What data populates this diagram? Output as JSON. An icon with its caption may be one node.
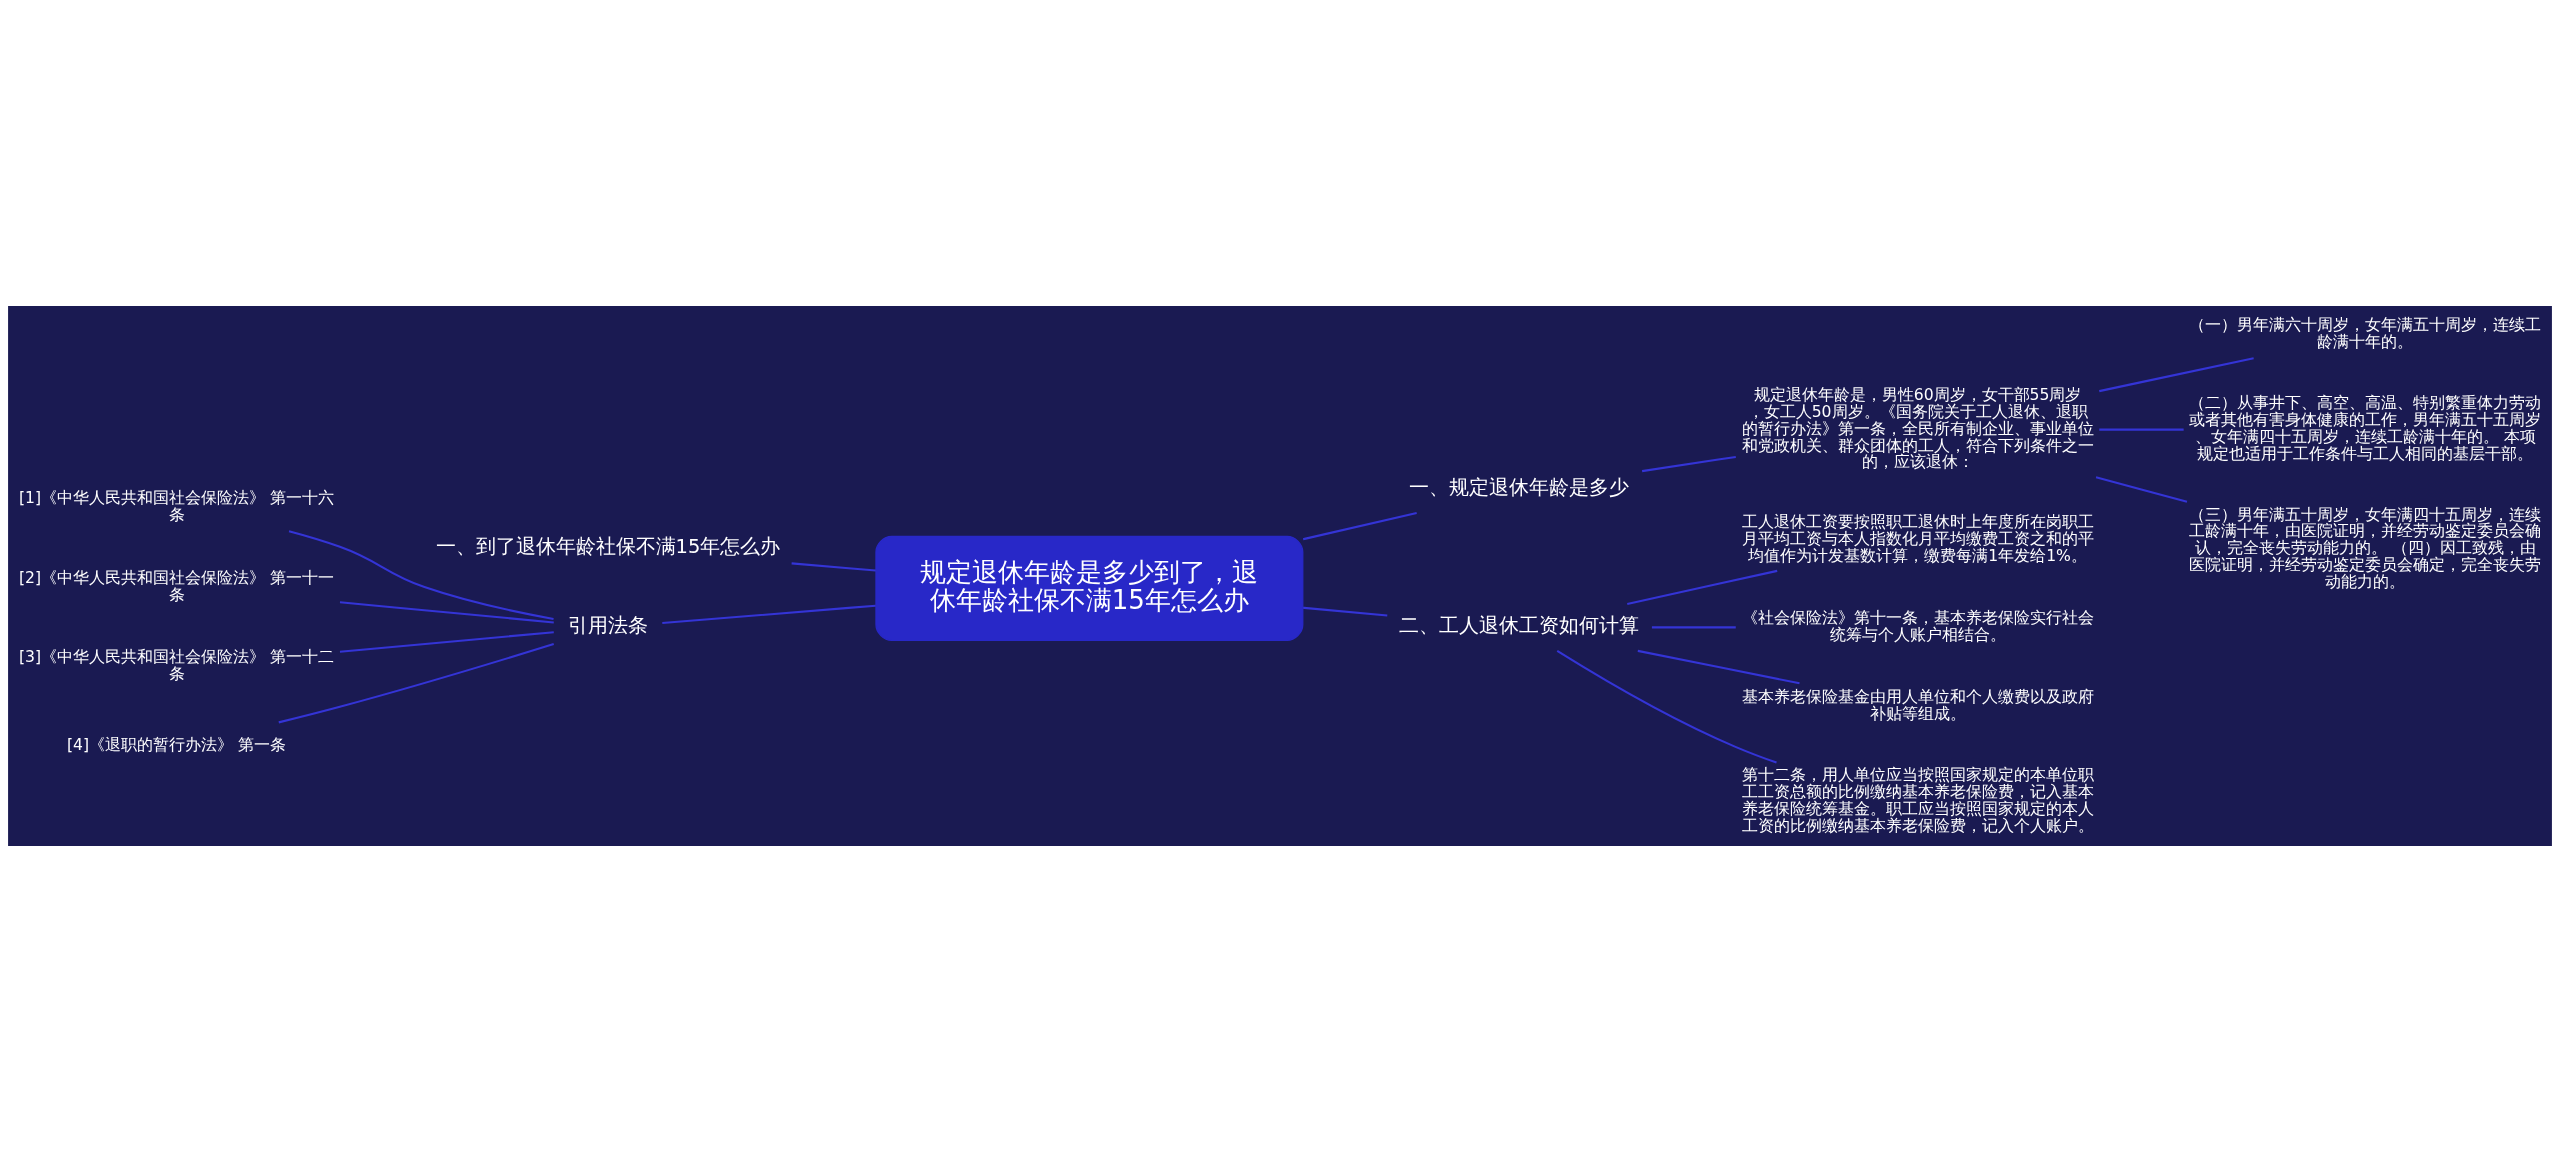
{
  "diagram": {
    "nodes": [
      {
        "text": [
          "规定退休年龄是多少到了，退休年龄社保不满15年怎么办"
        ]
      },
      {
        "text": [
          "一、规定退休年龄是多少"
        ]
      },
      {
        "text": [
          "规定退休年龄是，男性60周岁，女干部55周岁，女工人50周岁。《国务院关于工人退休、退职的暂行办法》第一条，全民所有制企业、事业单位和党政机关、群众团体的工人，符合下列条件之一的，应该退休："
        ]
      },
      {
        "text": [
          "（一）男年满六十周岁，女年满五十周岁，连续工龄满十年的。"
        ]
      },
      {
        "text": [
          "（二）从事井下、高空、高温、特别繁重体力劳动或者其他有害身体健康的工作，男年满五十五周岁、女年满四十五周岁，连续工龄满十年的。 本项规定也适用于工作条件与工人相同的基层干部。"
        ]
      },
      {
        "text": [
          "（三）男年满五十周岁，女年满四十五周岁，连续工龄满十年，由医院证明，并经劳动鉴定委员会确认，完全丧失劳动能力的。 （四）因工致残，由医院证明，并经劳动鉴定委员会确定，完全丧失劳动能力的。"
        ]
      },
      {
        "text": [
          "二、工人退休工资如何计算"
        ]
      },
      {
        "text": [
          "工人退休工资要按照职工退休时上年度所在岗职工月平均工资与本人指数化月平均缴费工资之和的平均值作为计发基数计算，缴费每满1年发给1%。"
        ]
      },
      {
        "text": [
          "《社会保险法》第十一条，基本养老保险实行社会统筹与个人账户相结合。"
        ]
      },
      {
        "text": [
          "基本养老保险基金由用人单位和个人缴费以及政府补贴等组成。"
        ]
      },
      {
        "text": [
          "第十二条，用人单位应当按照国家规定的本单位职工工资总额的比例缴纳基本养老保险费，记入基本养老保险统筹基金。职工应当按照国家规定的本人工资的比例缴纳基本养老保险费，记入个人账户。"
        ]
      },
      {
        "text": [
          "一、到了退休年龄社保不满15年怎么办"
        ]
      },
      {
        "text": [
          "引用法条"
        ]
      },
      {
        "text": [
          "[1]《中华人民共和国社会保险法》 第一十六条"
        ]
      },
      {
        "text": [
          "[2]《中华人民共和国社会保险法》 第一十一条"
        ]
      },
      {
        "text": [
          "[3]《中华人民共和国社会保险法》 第一十二条"
        ]
      },
      {
        "text": [
          "[4]《退职的暂行办法》 第一条"
        ]
      }
    ],
    "edges": [
      {
        "from": 0,
        "to": 1,
        "arrow": "none"
      },
      {
        "from": 1,
        "to": 2,
        "arrow": "none"
      },
      {
        "from": 2,
        "to": 3,
        "arrow": "none"
      },
      {
        "from": 2,
        "to": 4,
        "arrow": "none"
      },
      {
        "from": 2,
        "to": 5,
        "arrow": "none"
      },
      {
        "from": 0,
        "to": 6,
        "arrow": "none"
      },
      {
        "from": 6,
        "to": 7,
        "arrow": "none"
      },
      {
        "from": 6,
        "to": 8,
        "arrow": "none"
      },
      {
        "from": 6,
        "to": 9,
        "arrow": "none"
      },
      {
        "from": 6,
        "to": 10,
        "arrow": "none"
      },
      {
        "from": 0,
        "to": 11,
        "arrow": "none"
      },
      {
        "from": 0,
        "to": 12,
        "arrow": "none"
      },
      {
        "from": 12,
        "to": 13,
        "arrow": "none"
      },
      {
        "from": 12,
        "to": 14,
        "arrow": "none"
      },
      {
        "from": 12,
        "to": 15,
        "arrow": "none"
      },
      {
        "from": 12,
        "to": 16,
        "arrow": "none"
      }
    ]
  }
}
